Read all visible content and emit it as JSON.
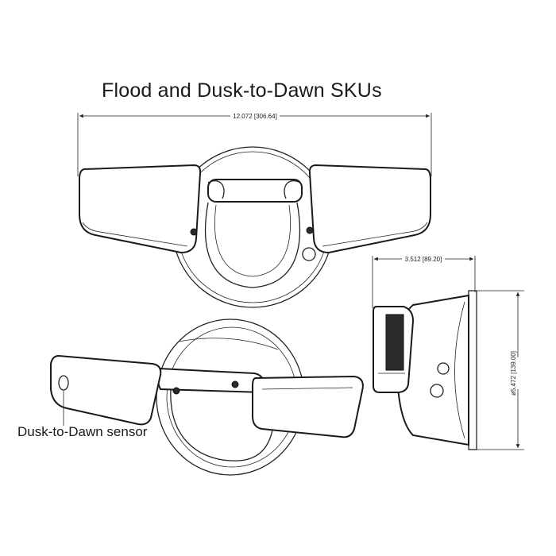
{
  "title": "Flood and Dusk-to-Dawn SKUs",
  "dimensions": {
    "width": "12.072 [306.64]",
    "depth": "3.512 [89.20]",
    "diameter": "ø5.472 [139.00]"
  },
  "callout": "Dusk-to-Dawn sensor"
}
